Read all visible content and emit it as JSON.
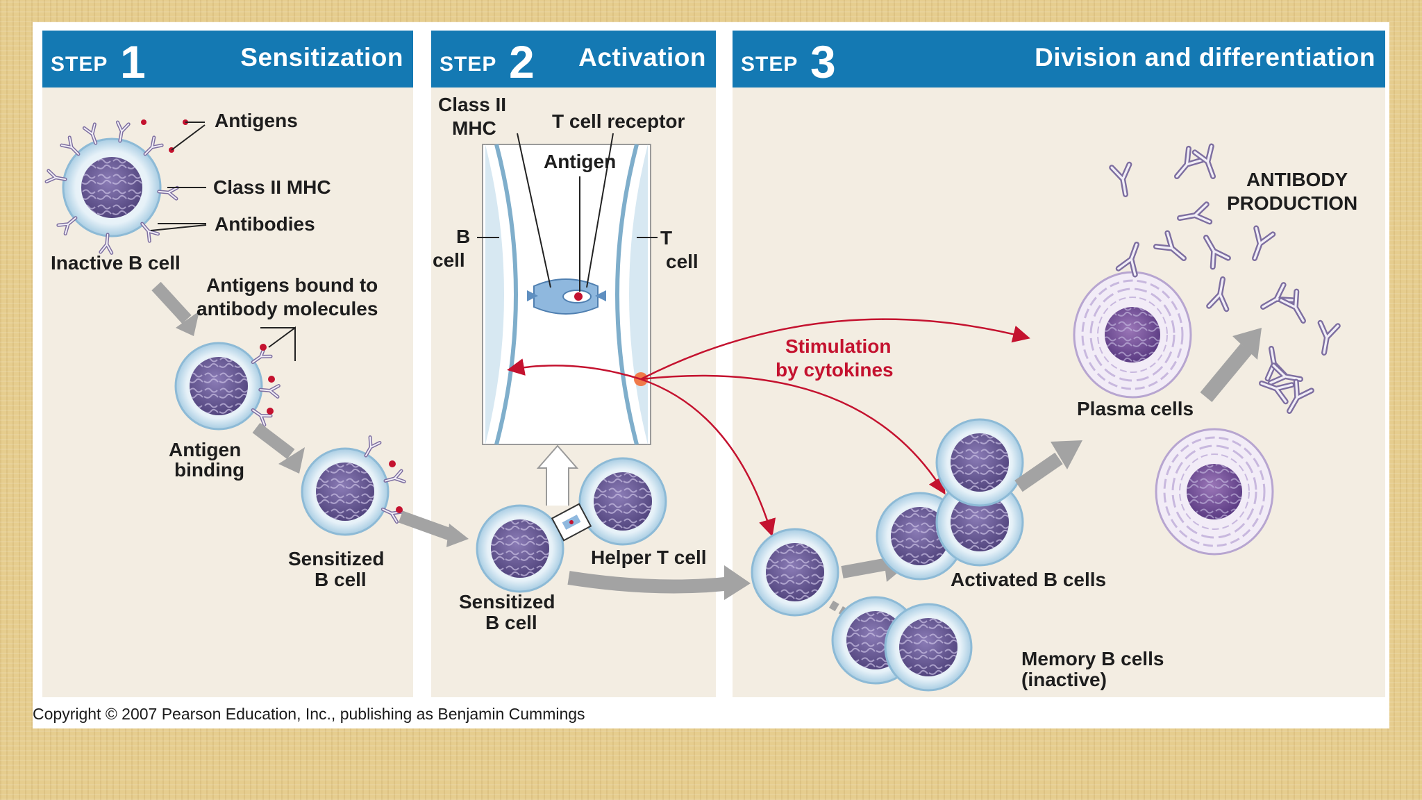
{
  "steps": [
    {
      "step": "STEP",
      "num": "1",
      "title": "Sensitization"
    },
    {
      "step": "STEP",
      "num": "2",
      "title": "Activation"
    },
    {
      "step": "STEP",
      "num": "3",
      "title": "Division and differentiation"
    }
  ],
  "labels": {
    "antigens": "Antigens",
    "class2mhc": "Class II MHC",
    "antibodies": "Antibodies",
    "inactive_b": "Inactive B cell",
    "bound_1": "Antigens bound to",
    "bound_2": "antibody molecules",
    "antigen_binding_1": "Antigen",
    "antigen_binding_2": "binding",
    "sensitized_1a": "Sensitized",
    "sensitized_1b": "B cell",
    "mhc_a": "Class II",
    "mhc_b": "MHC",
    "tcr": "T cell receptor",
    "antigen": "Antigen",
    "bcell_a": "B",
    "bcell_b": "cell",
    "tcell_a": "T",
    "tcell_b": "cell",
    "helper_t": "Helper T cell",
    "sensitized_2a": "Sensitized",
    "sensitized_2b": "B cell",
    "stim_a": "Stimulation",
    "stim_b": "by cytokines",
    "ab_prod_a": "ANTIBODY",
    "ab_prod_b": "PRODUCTION",
    "plasma": "Plasma cells",
    "activated": "Activated B cells",
    "memory_a": "Memory B cells",
    "memory_b": "(inactive)"
  },
  "copyright": "Copyright © 2007 Pearson Education, Inc., publishing as Benjamin Cummings",
  "colors": {
    "header": "#1479b3",
    "panel": "#f3ede2",
    "accent_red": "#c4122f",
    "nucleus": "#6a5a96",
    "plasma": "#b7a5d0"
  }
}
